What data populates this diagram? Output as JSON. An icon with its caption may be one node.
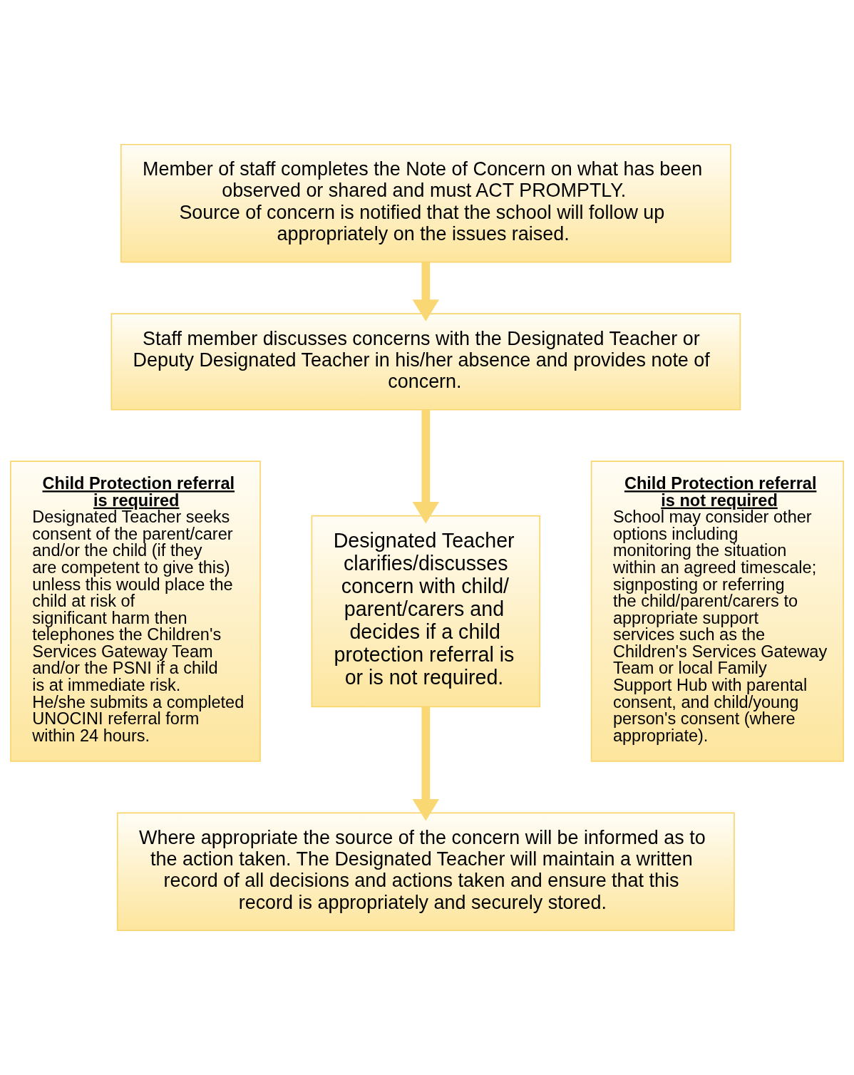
{
  "diagram": {
    "nodes": [
      {
        "text": [
          "Member of staff completes the Note of Concern on what has been observed or shared and must ACT PROMPTLY.",
          "Source of concern is notified that the school will follow up appropriately on the issues raised."
        ]
      },
      {
        "text": [
          "Staff member discusses concerns with the Designated Teacher or Deputy Designated Teacher in his/her absence and provides note of concern."
        ]
      },
      {
        "text": [
          "Child Protection referral is required",
          "Designated Teacher seeks consent of the parent/carer and/or the child (if they are competent to give this) unless this would place the child at risk of significant harm then telephones the Children's Services Gateway Team and/or the PSNI if a child is at immediate risk. He/she submits a completed UNOCINI referral form within 24 hours."
        ]
      },
      {
        "text": [
          "Designated Teacher clarifies/discusses concern with child/ parent/carers and decides if a child protection referral is or is not required."
        ]
      },
      {
        "text": [
          "Child Protection referral is not required",
          "School may consider other options including monitoring the situation within an agreed timescale; signposting or referring the child/parent/carers to appropriate support services such as the Children's Services Gateway Team or local Family Support Hub with parental consent, and child/young person's consent (where appropriate)."
        ]
      },
      {
        "text": [
          "Where appropriate the source of the concern will be informed as to the action taken. The Designated Teacher will maintain a written record of all decisions and actions taken and ensure that this record is appropriately and securely stored."
        ]
      }
    ],
    "edges": [
      {
        "from": 0,
        "to": 1,
        "arrow": "to"
      },
      {
        "from": 1,
        "to": 3,
        "arrow": "to"
      },
      {
        "from": 3,
        "to": 5,
        "arrow": "to"
      }
    ]
  }
}
